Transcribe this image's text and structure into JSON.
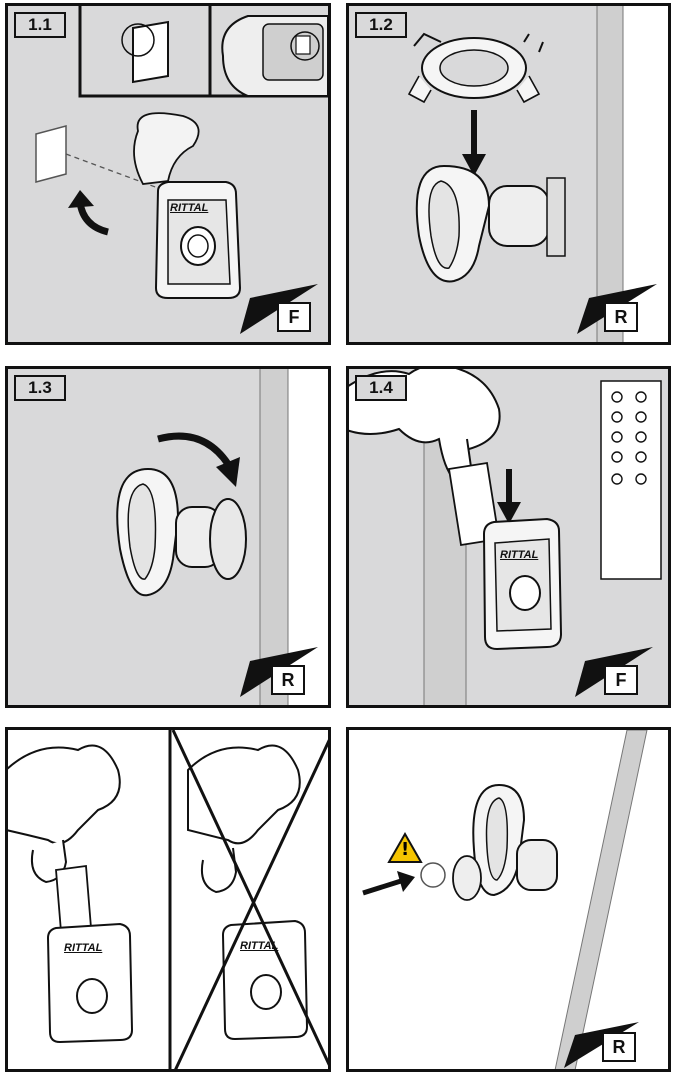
{
  "steps": {
    "s1_1": "1.1",
    "s1_2": "1.2",
    "s1_3": "1.3",
    "s1_4": "1.4"
  },
  "brand": "RITTAL",
  "orientation": {
    "front": "F",
    "rear": "R"
  },
  "warning_symbol": "!",
  "colors": {
    "panel_gray": "#d9d9da",
    "outline": "#111111",
    "warning_yellow": "#f5c400"
  }
}
